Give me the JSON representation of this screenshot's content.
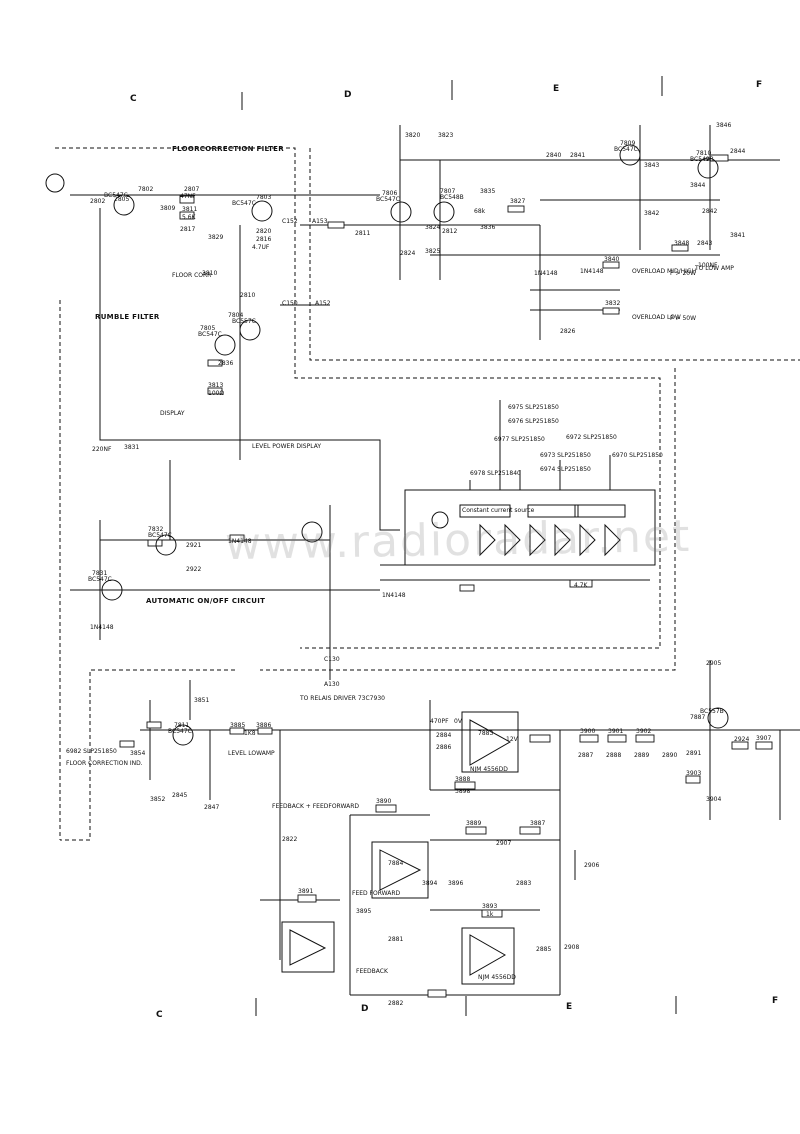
{
  "grid": {
    "top": [
      "C",
      "D",
      "E",
      "F"
    ],
    "bottom": [
      "C",
      "D",
      "E",
      "F"
    ]
  },
  "sections": {
    "floorcorrection": "FLOORCORRECTION FILTER",
    "rumble": "RUMBLE FILTER",
    "auto_onoff": "AUTOMATIC ON/OFF CIRCUIT",
    "display": "DISPLAY",
    "level_power_display": "LEVEL POWER DISPLAY",
    "to_relais": "TO RELAIS DRIVER 73C7930",
    "feedback_feedforward": "FEEDBACK + FEEDFORWARD",
    "feed_forward": "FEED FORWARD",
    "feedback": "FEEDBACK",
    "level_lowamp": "LEVEL LOWAMP",
    "to_low_amp": "TO LOW AMP",
    "overload_mid_high": "OVERLOAD MID/HIGH",
    "overload_low": "OVERLOAD LOW",
    "p20": "P > 20W",
    "p50": "P > 50W",
    "floor_corr_sw": "FLOOR CORR",
    "constant_current": "Constant current source",
    "floor_correction_ind": "FLOOR CORRECTION IND.",
    "led_left": "6982 SLP251850"
  },
  "transistors": [
    {
      "ref": "7802",
      "type": "BC547C"
    },
    {
      "ref": "7803",
      "type": "BC547C"
    },
    {
      "ref": "7804",
      "type": "BC557C"
    },
    {
      "ref": "7805",
      "type": "BC547C"
    },
    {
      "ref": "7806",
      "type": "BC547C"
    },
    {
      "ref": "7807",
      "type": "BC548B"
    },
    {
      "ref": "7809",
      "type": "BC547C"
    },
    {
      "ref": "7810",
      "type": "BC549B"
    },
    {
      "ref": "7811",
      "type": "BC547C"
    },
    {
      "ref": "7831",
      "type": "BC547C"
    },
    {
      "ref": "7832",
      "type": "BC547C"
    },
    {
      "ref": "7887",
      "type": "BC557B"
    }
  ],
  "opamps": [
    {
      "ref": "7883",
      "type": "NJM 4556DD"
    },
    {
      "ref": "7884",
      "type": "NJM 4556DD"
    }
  ],
  "leds": [
    "6975 SLP251850",
    "6976 SLP251850",
    "6977 SLP251850",
    "6972 SLP251850",
    "6973 SLP251850",
    "6974 SLP251850",
    "6970 SLP251850",
    "6978 SLP251840"
  ],
  "diodes": [
    "1N4148",
    "1N4148",
    "1N4148",
    "1N4148",
    "1N4148"
  ],
  "resistors": [
    "3809",
    "3810",
    "3811",
    "3813",
    "3820",
    "3823",
    "3824",
    "3825",
    "3827",
    "3829",
    "3831",
    "3832",
    "3835",
    "3836",
    "3840",
    "3841",
    "3842",
    "3843",
    "3844",
    "3846",
    "3848",
    "3851",
    "3852",
    "3854",
    "3885",
    "3886",
    "3887",
    "3888",
    "3889",
    "3890",
    "3891",
    "3893",
    "3894",
    "3895",
    "3896",
    "3898",
    "3900",
    "3901",
    "3902",
    "3903",
    "3904",
    "3907"
  ],
  "capacitors": [
    "2802",
    "2805",
    "2807",
    "2810",
    "2811",
    "2812",
    "2816",
    "2817",
    "2820",
    "2822",
    "2824",
    "2826",
    "2836",
    "2840",
    "2841",
    "2842",
    "2843",
    "2844",
    "2845",
    "2847",
    "2881",
    "2882",
    "2883",
    "2884",
    "2885",
    "2886",
    "2887",
    "2888",
    "2889",
    "2890",
    "2891",
    "2905",
    "2906",
    "2907",
    "2908",
    "2921",
    "2922",
    "2924"
  ],
  "nodes": [
    "C152",
    "A152",
    "A153",
    "C130",
    "A130",
    "C150"
  ],
  "values": {
    "r_68k": "68k",
    "r_5k6": "5.6K",
    "r_1k8": "1K8",
    "r_100ohm": "100Ω",
    "r_4k7": "4.7K",
    "r_1k": "1k",
    "c_47nf": "47NF",
    "c_220nf": "220NF",
    "c_100nf": "100NF",
    "c_470pf": "470PF",
    "c_4u7": "4.7UF",
    "v_12": "12V",
    "v_0": "0V"
  }
}
